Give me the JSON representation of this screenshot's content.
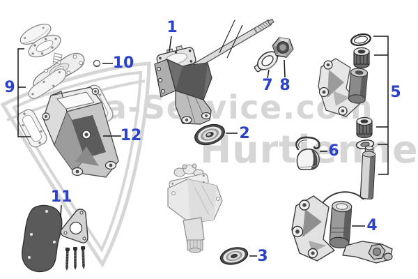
{
  "diagram": {
    "background_color": "#ffffff",
    "label_color": "#2a41c8",
    "leader_color": "#151515",
    "watermark": {
      "color": "#d6d6d6",
      "line1": "Alfa-Service.com",
      "line2": "Hurtienne"
    },
    "callouts": [
      {
        "text": "1"
      },
      {
        "text": "2"
      },
      {
        "text": "3"
      },
      {
        "text": "4"
      },
      {
        "text": "5"
      },
      {
        "text": "6"
      },
      {
        "text": "7"
      },
      {
        "text": "8"
      },
      {
        "text": "9"
      },
      {
        "text": "10"
      },
      {
        "text": "11"
      },
      {
        "text": "12"
      }
    ]
  }
}
